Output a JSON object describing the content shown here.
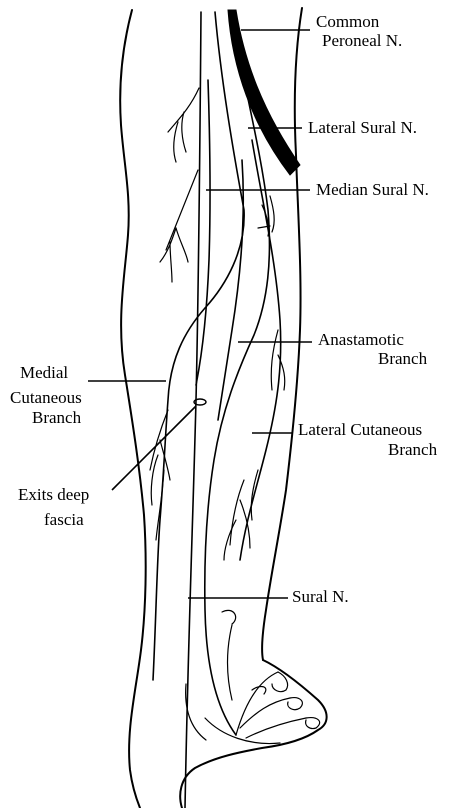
{
  "labels": {
    "common_peroneal_1": "Common",
    "common_peroneal_2": "Peroneal N.",
    "lateral_sural": "Lateral Sural N.",
    "median_sural": "Median Sural N.",
    "anastamotic_1": "Anastamotic",
    "anastamotic_2": "Branch",
    "medial_cutaneous_1": "Medial",
    "medial_cutaneous_2": "Cutaneous",
    "medial_cutaneous_3": "Branch",
    "lateral_cutaneous_1": "Lateral Cutaneous",
    "lateral_cutaneous_2": "Branch",
    "exits_deep_1": "Exits deep",
    "exits_deep_2": "fascia",
    "sural": "Sural N."
  }
}
